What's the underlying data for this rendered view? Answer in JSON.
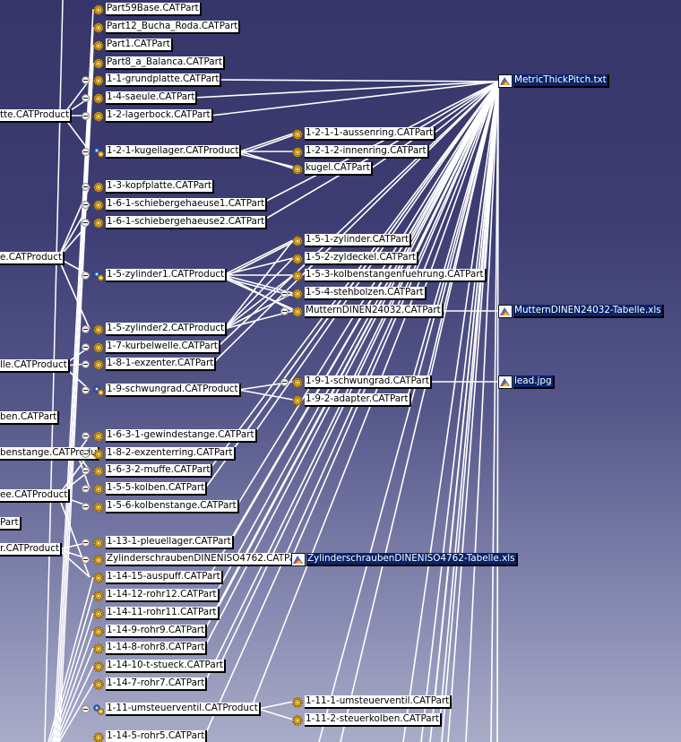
{
  "tree": {
    "left_fragments": [
      {
        "id": "f1",
        "label": "tte.CATProduct"
      },
      {
        "id": "f2",
        "label": "e.CATProduct"
      },
      {
        "id": "f3",
        "label": "lle.CATProduct"
      },
      {
        "id": "f4",
        "label": "ben.CATPart"
      },
      {
        "id": "f5",
        "label": "benstange.CATProdu"
      },
      {
        "id": "f6",
        "label": "ee.CATProduct"
      },
      {
        "id": "f7",
        "label": "Part"
      },
      {
        "id": "f8",
        "label": "r.CATProduct"
      }
    ],
    "column1": [
      {
        "id": "c1",
        "label": "Part59Base.CATPart"
      },
      {
        "id": "c2",
        "label": "Part12_Bucha_Roda.CATPart"
      },
      {
        "id": "c3",
        "label": "Part1.CATPart"
      },
      {
        "id": "c4",
        "label": "Part8_a_Balanca.CATPart"
      },
      {
        "id": "c5",
        "label": "1-1-grundplatte.CATPart"
      },
      {
        "id": "c6",
        "label": "1-4-saeule.CATPart"
      },
      {
        "id": "c7",
        "label": "1-2-lagerbock.CATPart"
      },
      {
        "id": "c8",
        "label": "1-2-1-kugellager.CATProduct"
      },
      {
        "id": "c9",
        "label": "1-3-kopfplatte.CATPart"
      },
      {
        "id": "c10",
        "label": "1-6-1-schiebergehaeuse1.CATPart"
      },
      {
        "id": "c11",
        "label": "1-6-1-schiebergehaeuse2.CATPart"
      },
      {
        "id": "c12",
        "label": "1-5-zylinder1.CATProduct"
      },
      {
        "id": "c13",
        "label": "1-5-zylinder2.CATProduct"
      },
      {
        "id": "c14",
        "label": "1-7-kurbelwelle.CATPart"
      },
      {
        "id": "c15",
        "label": "1-8-1-exzenter.CATPart"
      },
      {
        "id": "c16",
        "label": "1-9-schwungrad.CATProduct"
      },
      {
        "id": "c17",
        "label": "1-6-3-1-gewindestange.CATPart"
      },
      {
        "id": "c18",
        "label": "1-8-2-exzenterring.CATPart"
      },
      {
        "id": "c19",
        "label": "1-6-3-2-muffe.CATPart"
      },
      {
        "id": "c20",
        "label": "1-5-5-kolben.CATPart"
      },
      {
        "id": "c21",
        "label": "1-5-6-kolbenstange.CATPart"
      },
      {
        "id": "c22",
        "label": "1-13-1-pleuellager.CATPart"
      },
      {
        "id": "c23",
        "label": "ZylinderschraubenDINENISO4762.CATPa"
      },
      {
        "id": "c24",
        "label": "1-14-15-auspuff.CATPart"
      },
      {
        "id": "c25",
        "label": "1-14-12-rohr12.CATPart"
      },
      {
        "id": "c26",
        "label": "1-14-11-rohr11.CATPart"
      },
      {
        "id": "c27",
        "label": "1-14-9-rohr9.CATPart"
      },
      {
        "id": "c28",
        "label": "1-14-8-rohr8.CATPart"
      },
      {
        "id": "c29",
        "label": "1-14-10-t-stueck.CATPart"
      },
      {
        "id": "c30",
        "label": "1-14-7-rohr7.CATPart"
      },
      {
        "id": "c31",
        "label": "1-11-umsteuerventil.CATProduct"
      },
      {
        "id": "c32",
        "label": "1-14-5-rohr5.CATPart"
      }
    ],
    "column2": [
      {
        "id": "d1",
        "label": "1-2-1-1-aussenring.CATPart"
      },
      {
        "id": "d2",
        "label": "1-2-1-2-innenring.CATPart"
      },
      {
        "id": "d3",
        "label": "kugel.CATPart"
      },
      {
        "id": "d4",
        "label": "1-5-1-zylinder.CATPart"
      },
      {
        "id": "d5",
        "label": "1-5-2-zyldeckel.CATPart"
      },
      {
        "id": "d6",
        "label": "1-5-3-kolbenstangenfuehrung.CATPart"
      },
      {
        "id": "d7",
        "label": "1-5-4-stehbolzen.CATPart"
      },
      {
        "id": "d8",
        "label": "MutternDINEN24032.CATPart"
      },
      {
        "id": "d9",
        "label": "1-9-1-schwungrad.CATPart"
      },
      {
        "id": "d10",
        "label": "1-9-2-adapter.CATPart"
      },
      {
        "id": "d11",
        "label": "ZylinderschraubenDINENISO4762-Tabelle.xls"
      },
      {
        "id": "d12",
        "label": "1-11-1-umsteuerventil.CATPart"
      },
      {
        "id": "d13",
        "label": "1-11-2-steuerkolben.CATPart"
      }
    ],
    "column3": [
      {
        "id": "e1",
        "label": "MetricThickPitch.txt"
      },
      {
        "id": "e2",
        "label": "MutternDINEN24032-Tabelle.xls"
      },
      {
        "id": "e3",
        "label": "lead.jpg"
      }
    ]
  }
}
